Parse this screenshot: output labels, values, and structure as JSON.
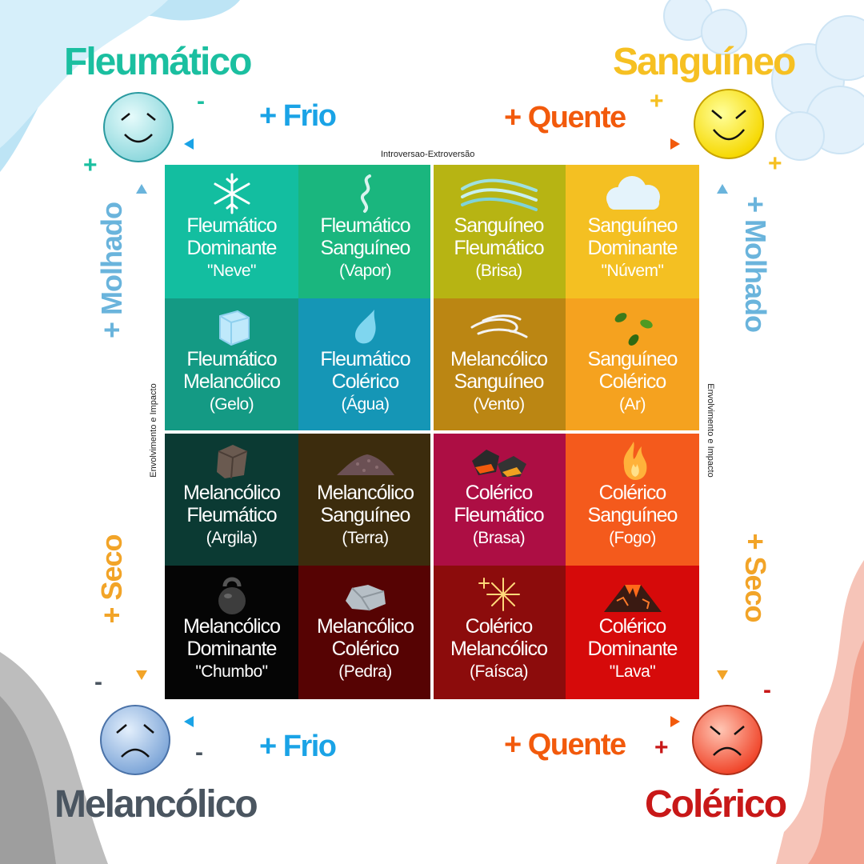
{
  "titles": {
    "top_left": "Fleumático",
    "top_right": "Sanguíneo",
    "bottom_left": "Melancólico",
    "bottom_right": "Colérico"
  },
  "colors": {
    "fleumatico": "#1bbfa0",
    "sanguineo": "#f6c022",
    "melancolico": "#4a5560",
    "colerico": "#c81818",
    "frio": "#1aa3e6",
    "quente": "#f25a0c",
    "molhado": "#6ab4dc",
    "seco": "#f2a428"
  },
  "axes": {
    "frio": "+ Frio",
    "quente": "+ Quente",
    "molhado": "+ Molhado",
    "seco": "+ Seco",
    "horizontal_caption": "Introversao-Extroversão",
    "vertical_caption": "Envolvimento e Impacto"
  },
  "signs": {
    "minus": "-",
    "plus": "+"
  },
  "cells": [
    {
      "line1": "Fleumático",
      "line2": "Dominante",
      "line3": "\"Neve\"",
      "color": "#13bea0",
      "icon": "snowflake-icon"
    },
    {
      "line1": "Fleumático",
      "line2": "Sanguíneo",
      "line3": "(Vapor)",
      "color": "#1ab67e",
      "icon": "steam-icon"
    },
    {
      "line1": "Sanguíneo",
      "line2": "Fleumático",
      "line3": "(Brisa)",
      "color": "#b7b413",
      "icon": "breeze-icon"
    },
    {
      "line1": "Sanguíneo",
      "line2": "Dominante",
      "line3": "\"Núvem\"",
      "color": "#f4c022",
      "icon": "cloud-icon"
    },
    {
      "line1": "Fleumático",
      "line2": "Melancólico",
      "line3": "(Gelo)",
      "color": "#149a84",
      "icon": "ice-cube-icon"
    },
    {
      "line1": "Fleumático",
      "line2": "Colérico",
      "line3": "(Água)",
      "color": "#1596b6",
      "icon": "water-drop-icon"
    },
    {
      "line1": "Melancólico",
      "line2": "Sanguíneo",
      "line3": "(Vento)",
      "color": "#bb8613",
      "icon": "wind-icon"
    },
    {
      "line1": "Sanguíneo",
      "line2": "Colérico",
      "line3": "(Ar)",
      "color": "#f5a21f",
      "icon": "leaves-icon"
    },
    {
      "line1": "Melancólico",
      "line2": "Fleumático",
      "line3": "(Argila)",
      "color": "#0b3a33",
      "icon": "clay-block-icon"
    },
    {
      "line1": "Melancólico",
      "line2": "Sanguíneo",
      "line3": "(Terra)",
      "color": "#3c2c0d",
      "icon": "soil-pile-icon"
    },
    {
      "line1": "Colérico",
      "line2": "Fleumático",
      "line3": "(Brasa)",
      "color": "#ad0e44",
      "icon": "embers-icon"
    },
    {
      "line1": "Colérico",
      "line2": "Sanguíneo",
      "line3": "(Fogo)",
      "color": "#f45a1c",
      "icon": "fire-icon"
    },
    {
      "line1": "Melancólico",
      "line2": "Dominante",
      "line3": "\"Chumbo\"",
      "color": "#050505",
      "icon": "kettlebell-icon"
    },
    {
      "line1": "Melancólico",
      "line2": "Colérico",
      "line3": "(Pedra)",
      "color": "#560303",
      "icon": "rock-icon"
    },
    {
      "line1": "Colérico",
      "line2": "Melancólico",
      "line3": "(Faísca)",
      "color": "#8c0c0c",
      "icon": "sparks-icon"
    },
    {
      "line1": "Colérico",
      "line2": "Dominante",
      "line3": "\"Lava\"",
      "color": "#d60a0a",
      "icon": "volcano-icon"
    }
  ]
}
